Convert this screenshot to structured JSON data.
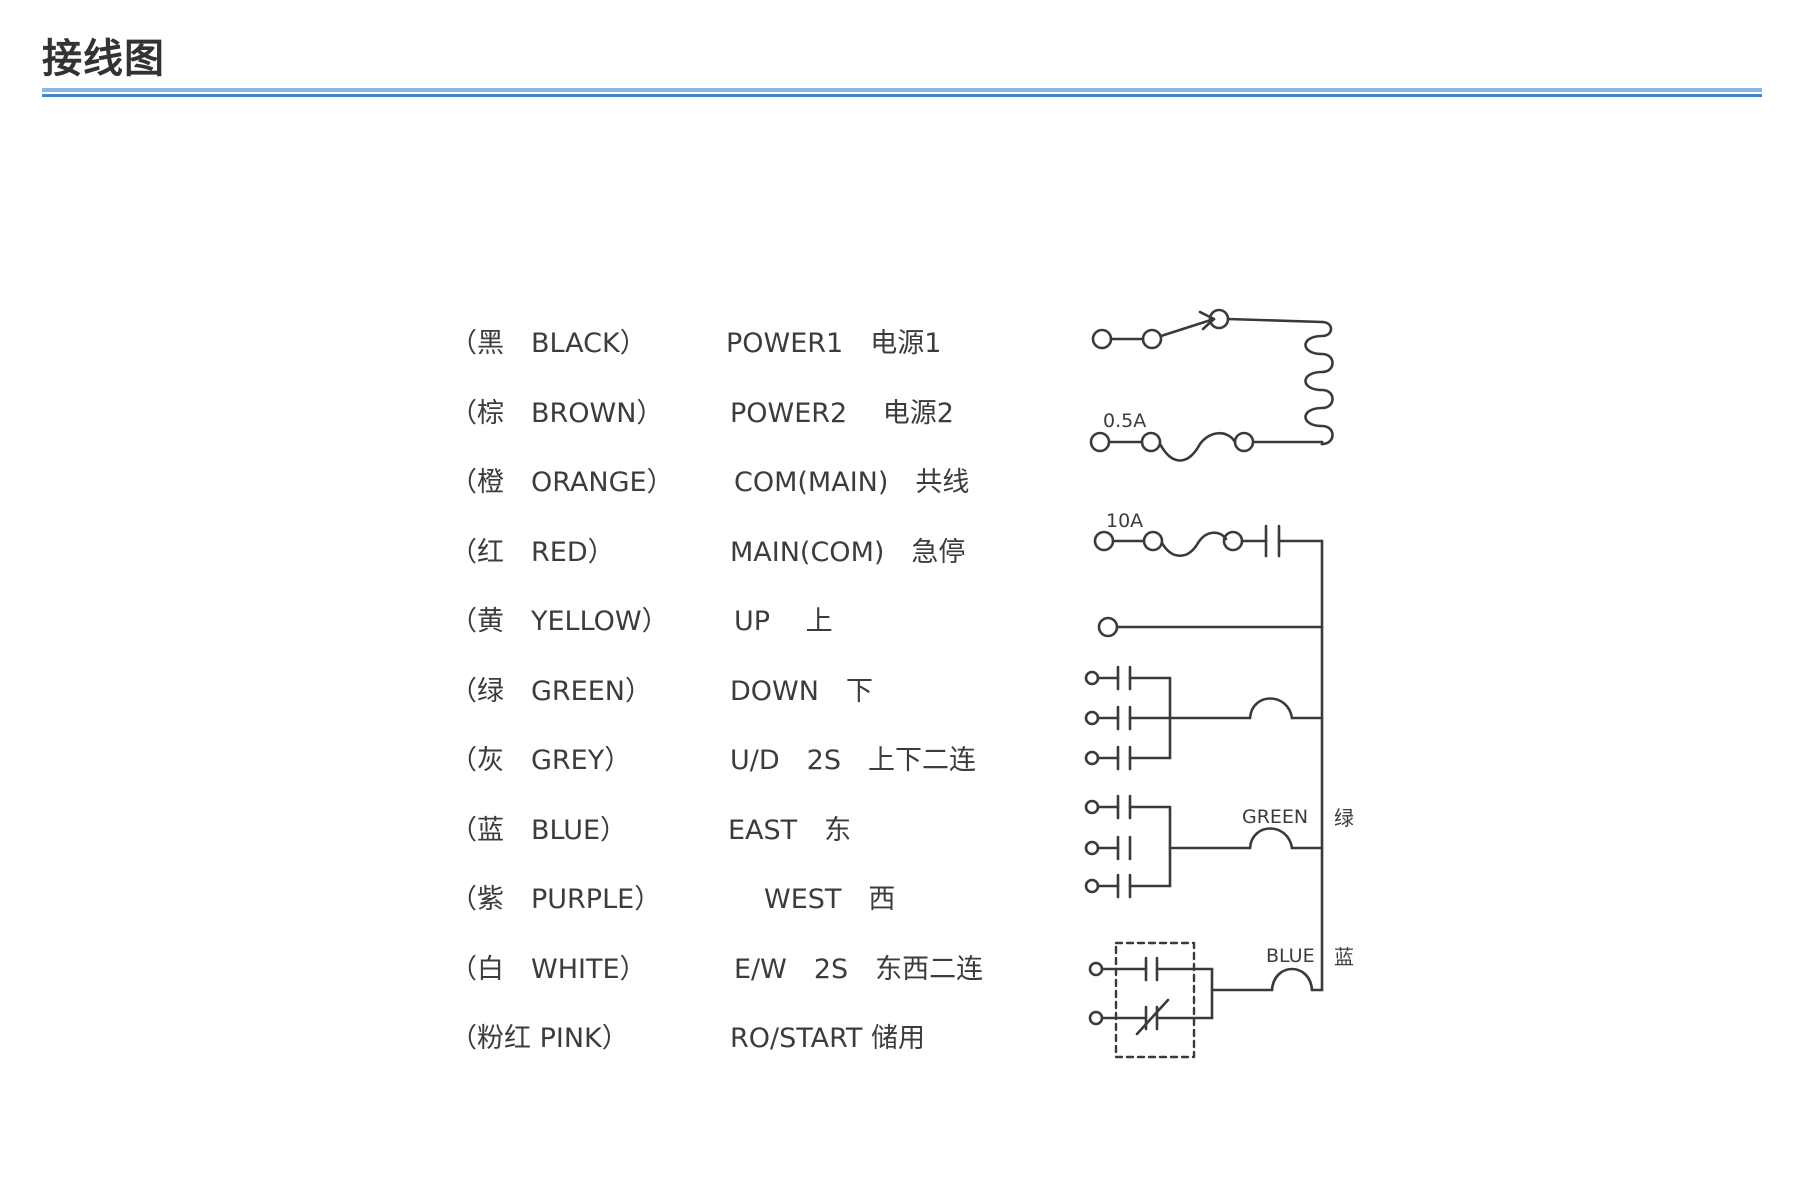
{
  "header": {
    "title": "接线图",
    "rule_color_light": "#8fb6e0",
    "rule_color_dark": "#3f86cf"
  },
  "legend": {
    "rows": [
      {
        "color": "（黑　BLACK）",
        "function": "POWER1　电源1"
      },
      {
        "color": "（棕　BROWN）",
        "function": "POWER2　 电源2"
      },
      {
        "color": "（橙　ORANGE）",
        "function": "COM(MAIN)　共线"
      },
      {
        "color": "（红　RED）",
        "function": "MAIN(COM)　急停"
      },
      {
        "color": "（黄　YELLOW）",
        "function": "UP　 上"
      },
      {
        "color": "（绿　GREEN）",
        "function": "DOWN　下"
      },
      {
        "color": "（灰　GREY）",
        "function": "U/D　2S　上下二连"
      },
      {
        "color": "（蓝　BLUE）",
        "function": "EAST　东"
      },
      {
        "color": "（紫　PURPLE）",
        "function": "WEST　西"
      },
      {
        "color": "（白　WHITE）",
        "function": "E/W　2S　东西二连"
      },
      {
        "color": "（粉红 PINK）",
        "function": "RO/START 储用"
      }
    ]
  },
  "diagram": {
    "fuse_small": "0.5A",
    "fuse_large": "10A",
    "green_label": "GREEN",
    "green_cn": "绿",
    "blue_label": "BLUE",
    "blue_cn": "蓝",
    "line_color": "#3a3a3a"
  }
}
